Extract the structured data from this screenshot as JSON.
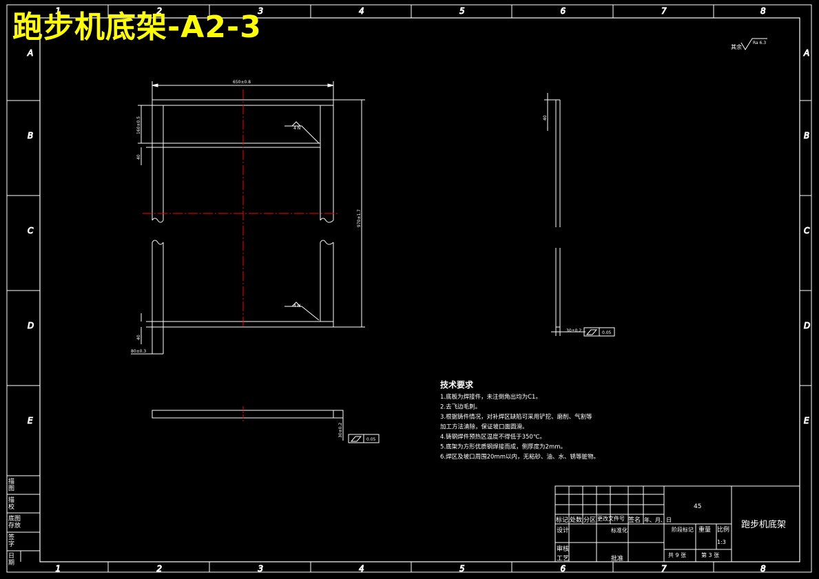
{
  "title": "跑步机底架-A2-3",
  "grid": {
    "columns": [
      "1",
      "2",
      "3",
      "4",
      "5",
      "6",
      "7",
      "8"
    ],
    "rows": [
      "A",
      "B",
      "C",
      "D",
      "E"
    ]
  },
  "roughness": {
    "label": "其余",
    "value": "Ra 6.3"
  },
  "dimensions": {
    "overall_width": "650±0.8",
    "overall_height": "970±1.7",
    "top_offset": "160±0.5",
    "tube_width": "40",
    "bottom_tube": "40",
    "bottom_offset": "80±0.3",
    "side_tube": "40",
    "side_base": "30±0.2",
    "weld_symbol": "4 N",
    "flatness_side": "0.05",
    "bar_height": "30±0.2",
    "flatness_bar": "0.05"
  },
  "tech": {
    "heading": "技术要求",
    "lines": [
      "1.底板为焊接件，未注倒角出均为C1。",
      "2.去飞边毛刺。",
      "3.根据铸件情况，对补焊区缺陷可采用铲挖、磨削、气割等",
      "加工方法清除，保证坡口面圆滑。",
      "4.铸钢焊件预热区温度不得低于350℃。",
      "5.底架为方形优质钢焊接而成，侧厚度为2mm。",
      "6.焊区及坡口周围20mm以内，无粘砂、油、水、锈等脏物。"
    ]
  },
  "side_labels": [
    "描图",
    "描校",
    "底图",
    "存放",
    "签字",
    "日期"
  ],
  "title_block": {
    "part_name": "跑步机底架",
    "material": "45",
    "headers": [
      "标记",
      "处数",
      "分区",
      "更改文件号",
      "签名",
      "年、月、日"
    ],
    "roles": [
      "设计",
      "标准化",
      "审核",
      "工艺",
      "批准"
    ],
    "stage_label": "阶段标记",
    "weight_label": "重量",
    "scale_label": "比例",
    "scale_value": "1:3",
    "sheets_total": "共 9 张",
    "sheet_no": "第 3 张"
  }
}
